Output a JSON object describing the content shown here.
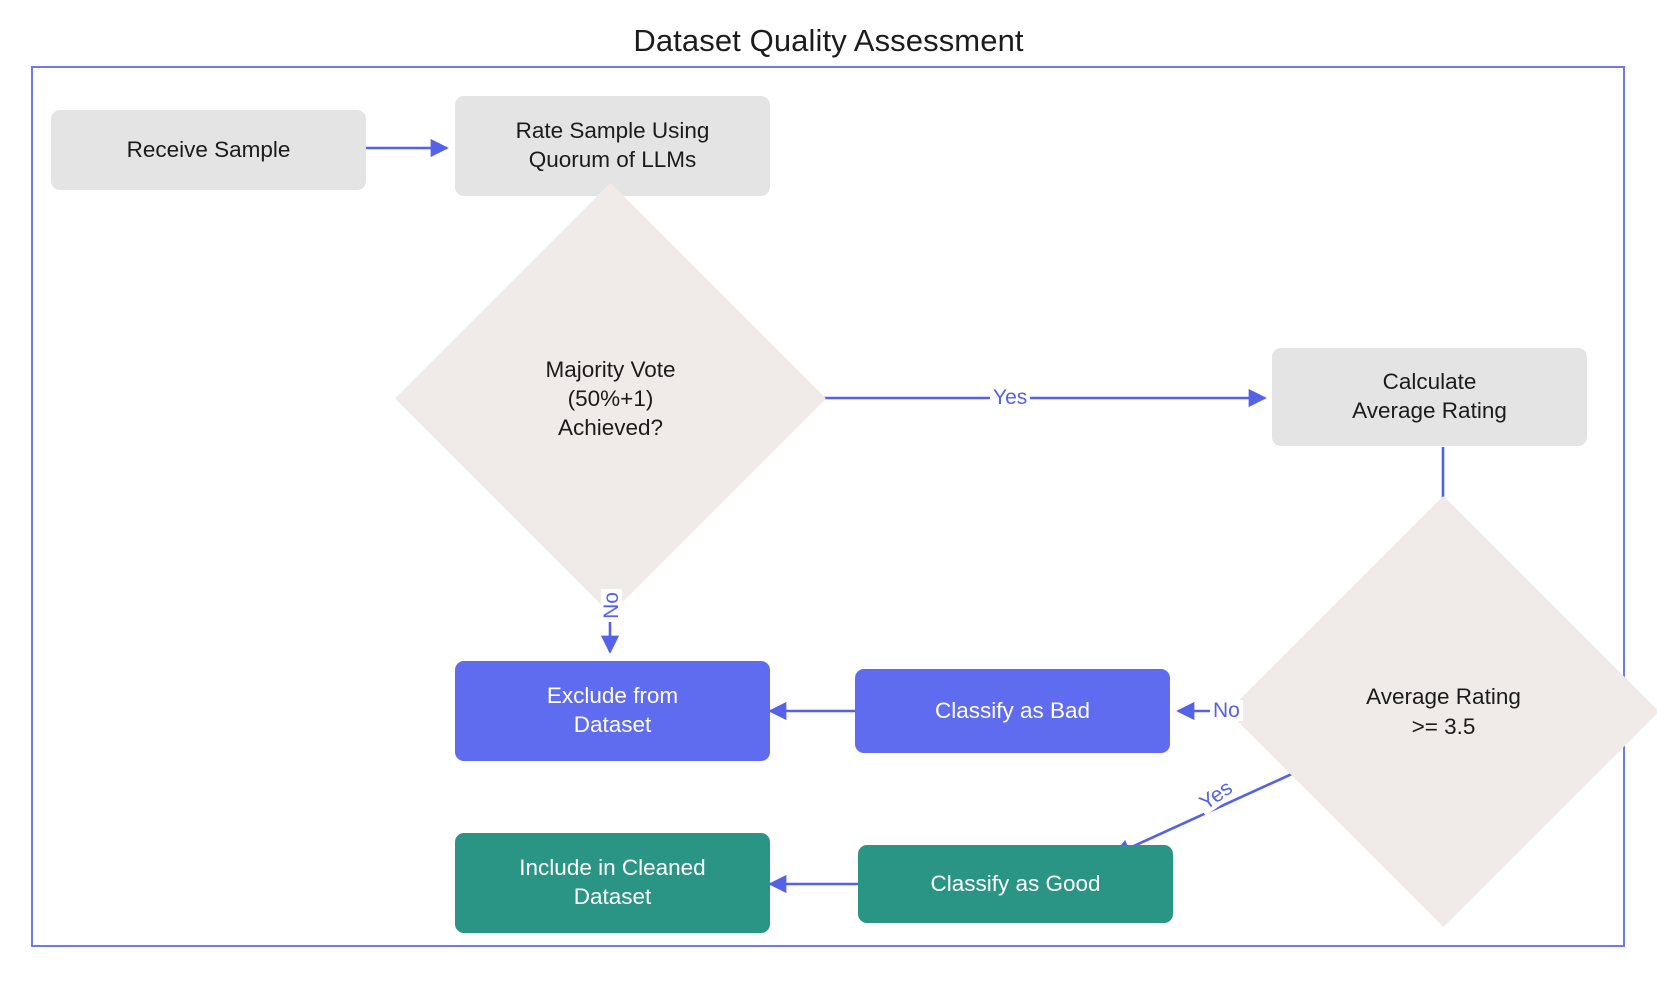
{
  "diagram": {
    "title": "Dataset Quality Assessment",
    "type": "flowchart",
    "colors": {
      "frame_border": "#6d79f2",
      "edge_stroke": "#5561e8",
      "process_fill": "#e4e4e4",
      "decision_fill": "#f0ebe9",
      "bad_fill": "#606cf0",
      "good_fill": "#2b9585",
      "process_text": "#1b1b1b",
      "node_text_light": "#ffffff",
      "title_text": "#1c1c1c"
    },
    "nodes": [
      {
        "id": "receive",
        "label": "Receive Sample",
        "shape": "process"
      },
      {
        "id": "rate",
        "label": "Rate Sample Using\nQuorum of LLMs",
        "shape": "process"
      },
      {
        "id": "majority",
        "label": "Majority Vote\n(50%+1)\nAchieved?",
        "shape": "decision"
      },
      {
        "id": "calc",
        "label": "Calculate\nAverage Rating",
        "shape": "process"
      },
      {
        "id": "avgcheck",
        "label": "Average Rating\n>= 3.5",
        "shape": "decision"
      },
      {
        "id": "exclude",
        "label": "Exclude from\nDataset",
        "shape": "terminal-bad"
      },
      {
        "id": "bad",
        "label": "Classify as Bad",
        "shape": "terminal-bad"
      },
      {
        "id": "good",
        "label": "Classify as Good",
        "shape": "terminal-good"
      },
      {
        "id": "include",
        "label": "Include in Cleaned\nDataset",
        "shape": "terminal-good"
      }
    ],
    "edges": [
      {
        "from": "receive",
        "to": "rate",
        "label": ""
      },
      {
        "from": "rate",
        "to": "majority",
        "label": ""
      },
      {
        "from": "majority",
        "to": "calc",
        "label": "Yes"
      },
      {
        "from": "majority",
        "to": "exclude",
        "label": "No"
      },
      {
        "from": "calc",
        "to": "avgcheck",
        "label": ""
      },
      {
        "from": "avgcheck",
        "to": "bad",
        "label": "No"
      },
      {
        "from": "avgcheck",
        "to": "good",
        "label": "Yes"
      },
      {
        "from": "bad",
        "to": "exclude",
        "label": ""
      },
      {
        "from": "good",
        "to": "include",
        "label": ""
      }
    ],
    "edge_labels": {
      "majority_yes": "Yes",
      "majority_no": "No",
      "avg_no": "No",
      "avg_yes": "Yes"
    }
  }
}
